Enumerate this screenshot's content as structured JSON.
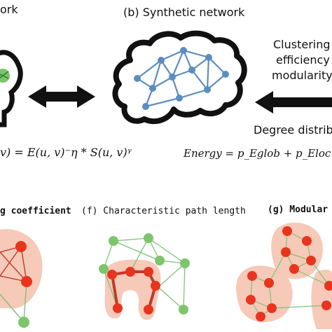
{
  "top": {
    "panel_a_title_fragment": "ork",
    "panel_b_title": "(b) Synthetic network",
    "right_labels": [
      "Clustering",
      "efficiency",
      "modularity"
    ],
    "degree_label": "Degree distribu"
  },
  "equations": {
    "left": "v) = E(u, v)⁻η * S(u, v)ᵞ",
    "right": "Energy = p_Eglob + p_Eloc"
  },
  "bottom": {
    "panel_e_title_fragment": "g coefficient",
    "panel_f_title": "(f) Characteristic path length",
    "panel_g_title_fragment": "(g) Modular"
  },
  "colors": {
    "brain_outline": "#111111",
    "network_blue": "#5b8dc0",
    "green_node": "#7dc56b",
    "red_node": "#e8341e",
    "pink_halo": "#f6c9b8",
    "green_edge": "#7cc575",
    "red_edge": "#c0392b"
  }
}
